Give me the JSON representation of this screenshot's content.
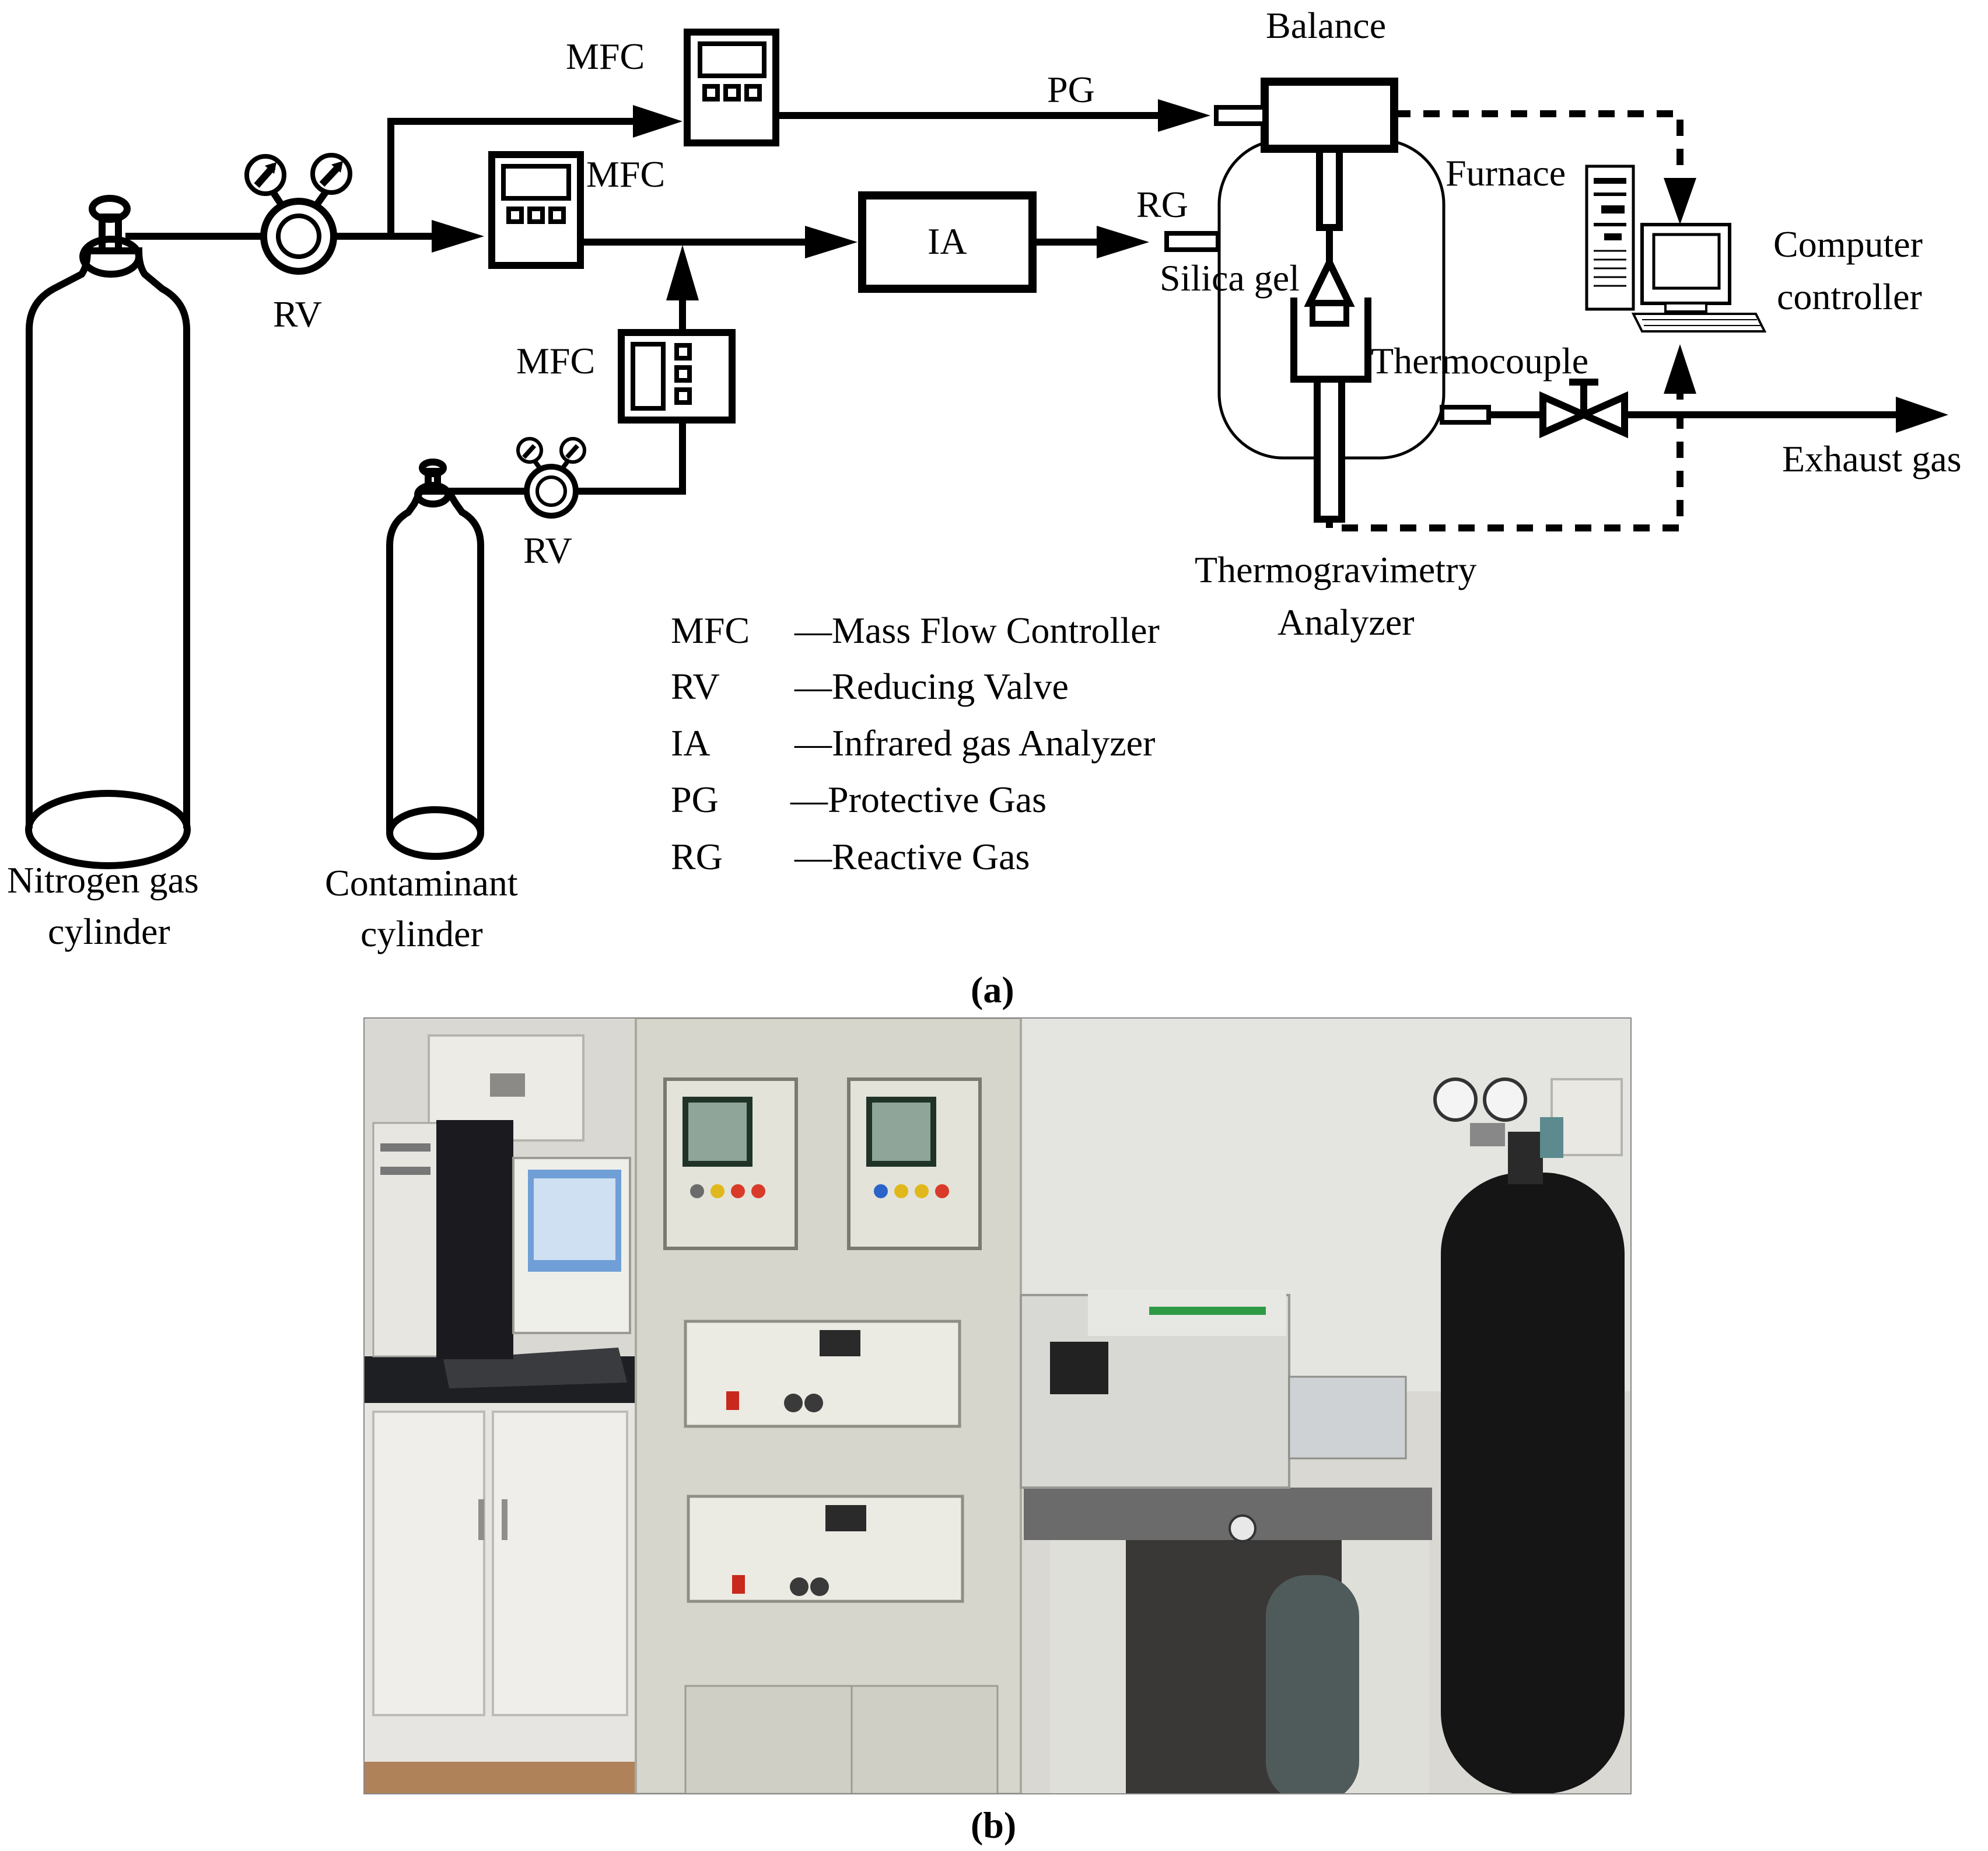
{
  "diagram": {
    "labels": {
      "balance": "Balance",
      "mfc_top": "MFC",
      "pg": "PG",
      "mfc_mid": "MFC",
      "furnace": "Furnace",
      "rg": "RG",
      "ia": "IA",
      "computer_line1": "Computer",
      "computer_line2": "controller",
      "silica_gel": "Silica gel",
      "rv_left": "RV",
      "mfc_low": "MFC",
      "thermocouple": "Thermocouple",
      "exhaust_gas": "Exhaust gas",
      "rv_low": "RV",
      "tga_line1": "Thermogravimetry",
      "tga_line2": "Analyzer",
      "nitrogen_line1": "Nitrogen gas",
      "nitrogen_line2": "cylinder",
      "contaminant_line1": "Contaminant",
      "contaminant_line2": "cylinder"
    },
    "legend": [
      {
        "abbr": "MFC",
        "desc": "—Mass Flow Controller"
      },
      {
        "abbr": "RV",
        "desc": "—Reducing Valve"
      },
      {
        "abbr": "IA",
        "desc": "—Infrared gas Analyzer"
      },
      {
        "abbr": "PG",
        "desc": "—Protective Gas"
      },
      {
        "abbr": "RG",
        "desc": "—Reactive Gas"
      }
    ],
    "caption_a": "(a)",
    "caption_b": "(b)"
  },
  "photo": {
    "wall_color": "#d9d8d3",
    "cabinet_color": "#d6d6cc",
    "floor_color": "#b0825a",
    "cylinder_dark": "#151515",
    "cylinder_grey": "#4f5b5a"
  }
}
